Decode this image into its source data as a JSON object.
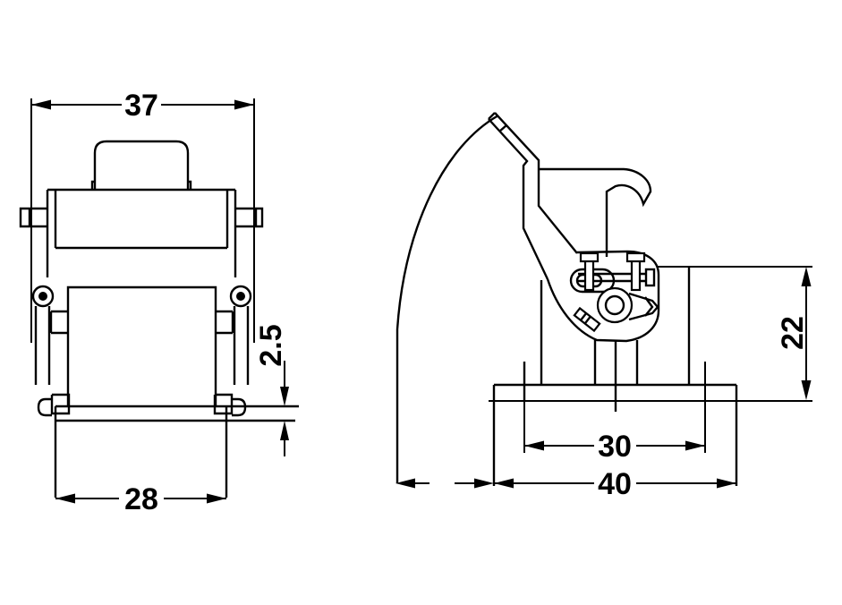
{
  "drawing": {
    "type": "technical-engineering-drawing",
    "background_color": "#ffffff",
    "line_color": "#000000",
    "views": {
      "front_view": "panel mount connector housing - front view",
      "side_view": "panel mount connector housing - side view with locking lever swing arc"
    },
    "dimensions": {
      "front_overall_width": "37",
      "panel_thickness": "2.5",
      "front_base_width": "28",
      "side_mount_spacing": "30",
      "side_flange_width": "40",
      "side_height": "22"
    }
  }
}
